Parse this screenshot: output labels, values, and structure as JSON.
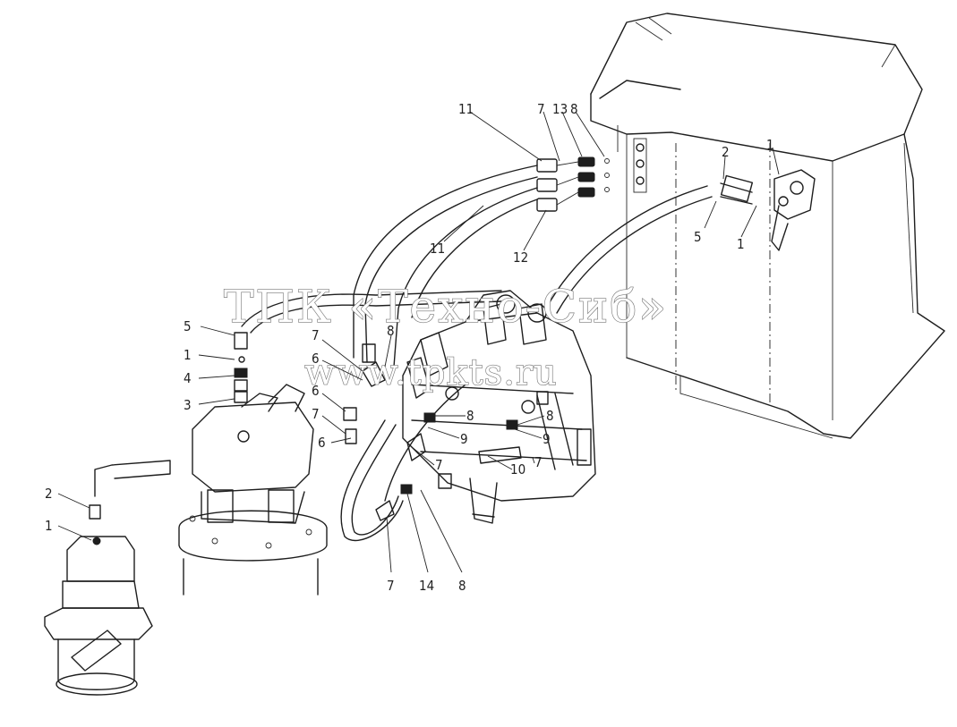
{
  "watermark": {
    "company": "ТПК «Техно-Сиб»",
    "site": "www.tpkts.ru"
  },
  "callouts": [
    {
      "id": "c11a",
      "text": "11"
    },
    {
      "id": "c7a",
      "text": "7"
    },
    {
      "id": "c13",
      "text": "13"
    },
    {
      "id": "c8a",
      "text": "8"
    },
    {
      "id": "c2a",
      "text": "2"
    },
    {
      "id": "c1a",
      "text": "1"
    },
    {
      "id": "c5a",
      "text": "5"
    },
    {
      "id": "c1b",
      "text": "1"
    },
    {
      "id": "c11b",
      "text": "11"
    },
    {
      "id": "c12",
      "text": "12"
    },
    {
      "id": "c5b",
      "text": "5"
    },
    {
      "id": "c1c",
      "text": "1"
    },
    {
      "id": "c4",
      "text": "4"
    },
    {
      "id": "c3",
      "text": "3"
    },
    {
      "id": "c7b",
      "text": "7"
    },
    {
      "id": "c8b",
      "text": "8"
    },
    {
      "id": "c6a",
      "text": "6"
    },
    {
      "id": "c6b",
      "text": "6"
    },
    {
      "id": "c7c",
      "text": "7"
    },
    {
      "id": "c6c",
      "text": "6"
    },
    {
      "id": "c8c",
      "text": "8"
    },
    {
      "id": "c8d",
      "text": "8"
    },
    {
      "id": "c9a",
      "text": "9"
    },
    {
      "id": "c9b",
      "text": "9"
    },
    {
      "id": "c7d",
      "text": "7"
    },
    {
      "id": "c10",
      "text": "10"
    },
    {
      "id": "c7e",
      "text": "7"
    },
    {
      "id": "c2b",
      "text": "2"
    },
    {
      "id": "c1d",
      "text": "1"
    },
    {
      "id": "c7f",
      "text": "7"
    },
    {
      "id": "c14",
      "text": "14"
    },
    {
      "id": "c8e",
      "text": "8"
    }
  ]
}
